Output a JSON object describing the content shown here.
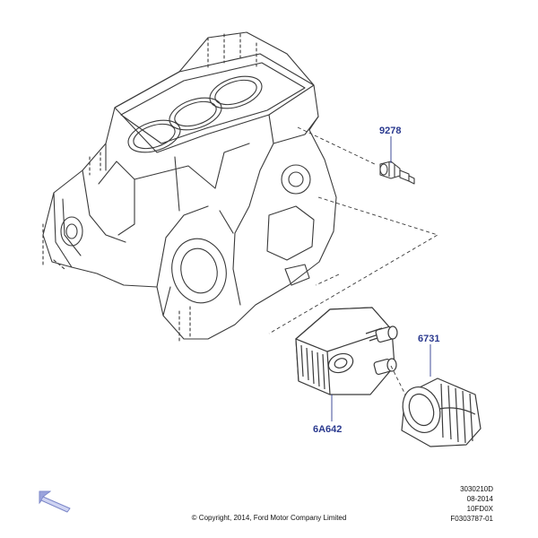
{
  "colors": {
    "line": "#3a3a3a",
    "label": "#2b3a8f",
    "arrow_fill": "#cfd4f2",
    "arrow_stroke": "#7b86c8"
  },
  "parts": [
    {
      "id": "9278",
      "label": "9278"
    },
    {
      "id": "6731",
      "label": "6731"
    },
    {
      "id": "6A642",
      "label": "6A642"
    }
  ],
  "meta": {
    "line1": "3030210D",
    "line2": "08-2014",
    "line3": "10FD0X",
    "line4": "F0303787-01"
  },
  "copyright": "© Copyright, 2014, Ford Motor Company Limited",
  "nav": {
    "icon": "back-arrow-icon"
  }
}
